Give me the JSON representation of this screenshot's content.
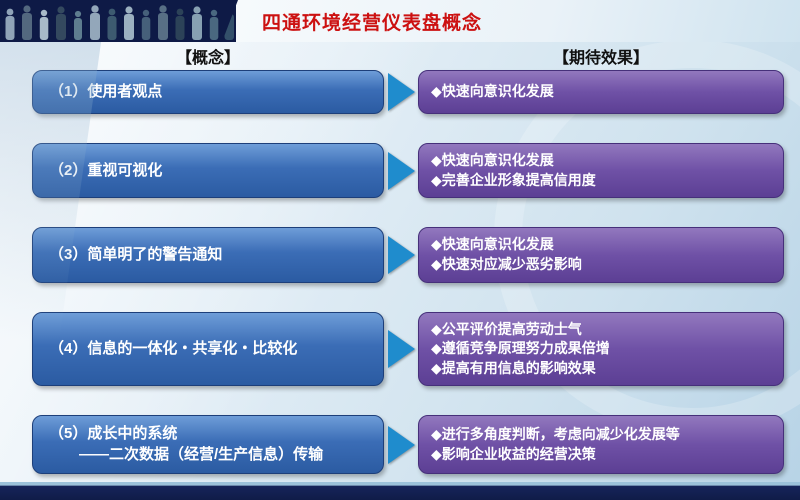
{
  "slide": {
    "title": "四通环境经营仪表盘概念",
    "columns": {
      "concept_header": "【概念】",
      "effects_header": "【期待效果】"
    },
    "rows": [
      {
        "concept_lines": [
          "（1）使用者观点"
        ],
        "effects": [
          "◆快速向意识化发展"
        ]
      },
      {
        "concept_lines": [
          "（2）重视可视化"
        ],
        "effects": [
          "◆快速向意识化发展",
          "◆完善企业形象提高信用度"
        ]
      },
      {
        "concept_lines": [
          "（3）简单明了的警告通知"
        ],
        "effects": [
          "◆快速向意识化发展",
          "◆快速对应减少恶劣影响"
        ]
      },
      {
        "concept_lines": [
          "（4）信息的一体化・共享化・比较化"
        ],
        "effects": [
          "◆公平评价提高劳动士气",
          "◆遵循竞争原理努力成果倍增",
          "◆提高有用信息的影响效果"
        ]
      },
      {
        "concept_lines": [
          "（5）成长中的系统",
          "——二次数据（经营/生产信息）传输"
        ],
        "effects": [
          "◆进行多角度判断，考虑向减少化发展等",
          "◆影响企业收益的经营决策"
        ]
      }
    ],
    "icons": {
      "header_left": "people-silhouettes"
    },
    "colors": {
      "title_text": "#cc1111",
      "header_bar": "#16245a",
      "concept_box": "#3b6db6",
      "effect_box": "#6f51a6",
      "arrow": "#1f8ccd"
    }
  }
}
